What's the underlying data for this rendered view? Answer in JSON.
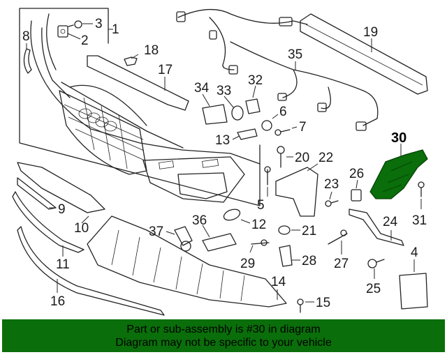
{
  "diagram": {
    "callouts": [
      {
        "id": "1",
        "label": "1"
      },
      {
        "id": "2",
        "label": "2"
      },
      {
        "id": "3",
        "label": "3"
      },
      {
        "id": "4",
        "label": "4"
      },
      {
        "id": "5",
        "label": "5"
      },
      {
        "id": "6",
        "label": "6"
      },
      {
        "id": "7",
        "label": "7"
      },
      {
        "id": "8",
        "label": "8"
      },
      {
        "id": "9",
        "label": "9"
      },
      {
        "id": "10",
        "label": "10"
      },
      {
        "id": "11",
        "label": "11"
      },
      {
        "id": "12",
        "label": "12"
      },
      {
        "id": "13",
        "label": "13"
      },
      {
        "id": "14",
        "label": "14"
      },
      {
        "id": "15",
        "label": "15"
      },
      {
        "id": "16",
        "label": "16"
      },
      {
        "id": "17",
        "label": "17"
      },
      {
        "id": "18",
        "label": "18"
      },
      {
        "id": "19",
        "label": "19"
      },
      {
        "id": "20",
        "label": "20"
      },
      {
        "id": "21",
        "label": "21"
      },
      {
        "id": "22",
        "label": "22"
      },
      {
        "id": "23",
        "label": "23"
      },
      {
        "id": "24",
        "label": "24"
      },
      {
        "id": "25",
        "label": "25"
      },
      {
        "id": "26",
        "label": "26"
      },
      {
        "id": "27",
        "label": "27"
      },
      {
        "id": "28",
        "label": "28"
      },
      {
        "id": "29",
        "label": "29"
      },
      {
        "id": "31",
        "label": "31"
      },
      {
        "id": "32",
        "label": "32"
      },
      {
        "id": "33",
        "label": "33"
      },
      {
        "id": "34",
        "label": "34"
      },
      {
        "id": "35",
        "label": "35"
      },
      {
        "id": "36",
        "label": "36"
      },
      {
        "id": "37",
        "label": "37"
      }
    ],
    "highlighted_part": {
      "label": "30",
      "color": "#0a6e0a"
    }
  },
  "banner": {
    "line1": "Part or sub-assembly is #30 in diagram",
    "line2": "Diagram may not be specific to your vehicle",
    "background": "#0a6e0a"
  }
}
